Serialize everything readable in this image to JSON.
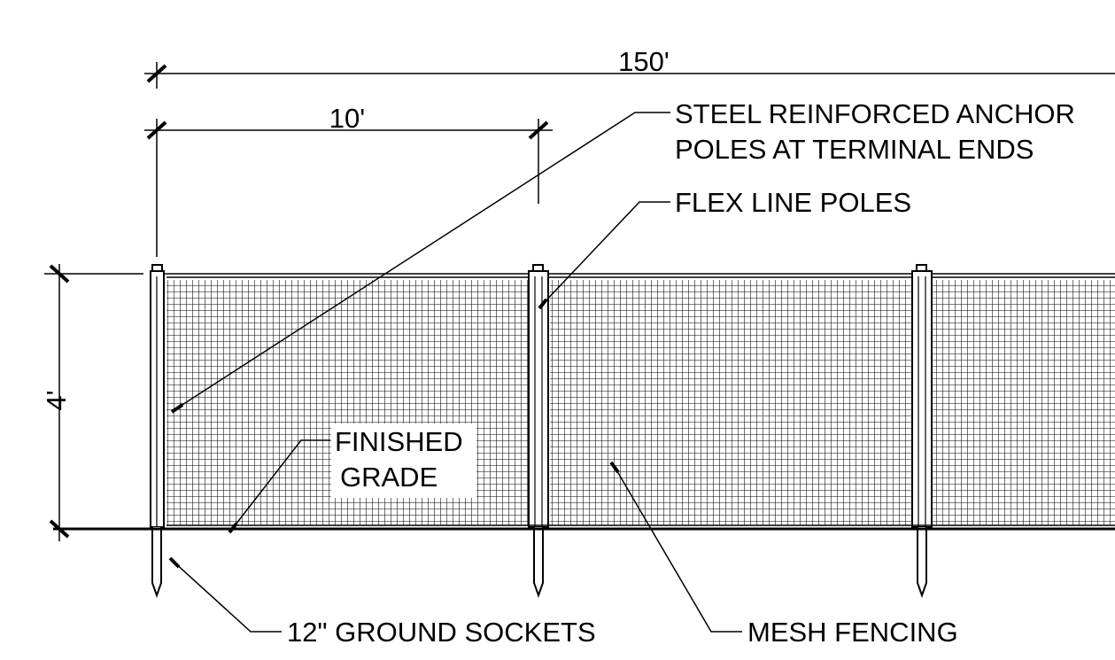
{
  "colors": {
    "ink": "#000000",
    "paper": "#ffffff"
  },
  "dimensions": {
    "overall_length": "150'",
    "pole_spacing": "10'",
    "fence_height": "4'"
  },
  "callouts": {
    "anchor_poles": [
      "STEEL REINFORCED ANCHOR",
      "POLES AT TERMINAL ENDS"
    ],
    "flex_poles": "FLEX LINE POLES",
    "finished_grade": [
      "FINISHED",
      "GRADE"
    ],
    "ground_sockets": "12\" GROUND SOCKETS",
    "mesh_fencing": "MESH FENCING"
  }
}
